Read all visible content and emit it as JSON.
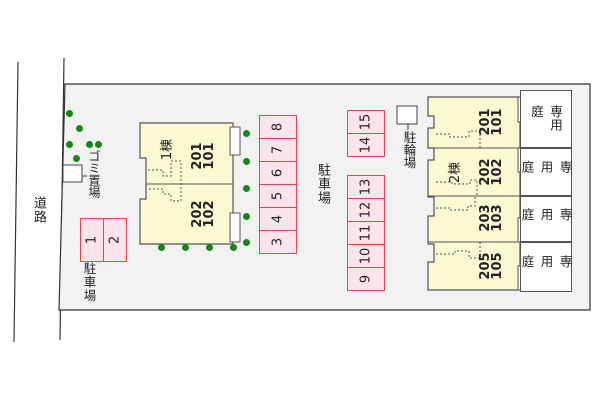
{
  "map": {
    "road_label": "道路",
    "garbage_label": "ゴミ置場",
    "bicycle_label": "駐輪場",
    "parking_label_left": "駐車場",
    "parking_label_center": "駐車場",
    "colors": {
      "lot_fill": "#f2f2f2",
      "building_fill": "#fdf9d2",
      "parking_fill": "#fbe4ee",
      "parking_border": "#e8454f",
      "tree": "#118a11"
    },
    "parking_left": [
      "1",
      "2"
    ],
    "parking_center_col": [
      "3",
      "4",
      "5",
      "6",
      "7",
      "8"
    ],
    "parking_right_top": [
      "14",
      "15"
    ],
    "parking_right_bottom": [
      "9",
      "10",
      "11",
      "12",
      "13"
    ],
    "building1": {
      "name": "1棟",
      "units": [
        {
          "upper": "201",
          "lower": "101"
        },
        {
          "upper": "202",
          "lower": "102"
        }
      ]
    },
    "building2": {
      "name": "2棟",
      "units": [
        {
          "upper": "201",
          "lower": "101"
        },
        {
          "upper": "202",
          "lower": "102"
        },
        {
          "upper": "203",
          "lower": "103"
        },
        {
          "upper": "205",
          "lower": "105"
        }
      ]
    },
    "private_garden_label": "専用庭"
  }
}
